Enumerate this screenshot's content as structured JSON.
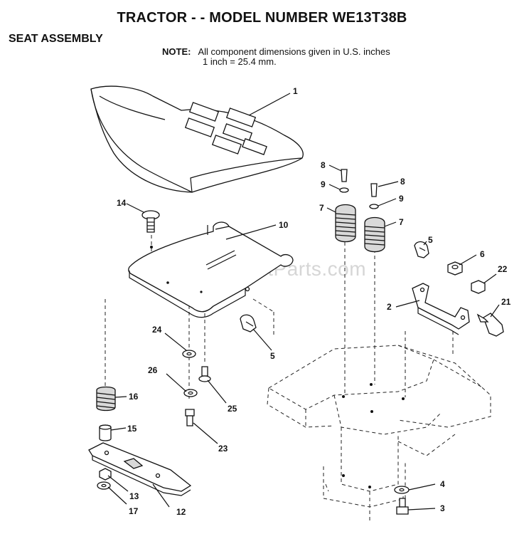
{
  "header": {
    "title": "TRACTOR - - MODEL NUMBER WE13T38B",
    "subtitle": "SEAT ASSEMBLY",
    "note_label": "NOTE:",
    "note_line1": "All component dimensions given in U.S. inches",
    "note_line2": "1 inch = 25.4 mm."
  },
  "watermark": "eReplacementParts.com",
  "callouts": {
    "p1": "1",
    "p2": "2",
    "p3": "3",
    "p4": "4",
    "p5a": "5",
    "p5b": "5",
    "p6": "6",
    "p7a": "7",
    "p7b": "7",
    "p8a": "8",
    "p8b": "8",
    "p9a": "9",
    "p9b": "9",
    "p10": "10",
    "p12": "12",
    "p13": "13",
    "p14": "14",
    "p15": "15",
    "p16": "16",
    "p17": "17",
    "p21": "21",
    "p22": "22",
    "p23": "23",
    "p24": "24",
    "p25": "25",
    "p26": "26"
  }
}
